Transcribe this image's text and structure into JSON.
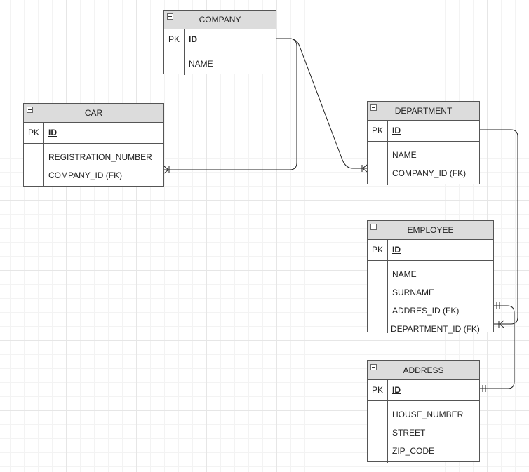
{
  "entities": {
    "company": {
      "title": "COMPANY",
      "pk_label": "PK",
      "pk_field": "ID",
      "attributes": [
        "NAME"
      ]
    },
    "car": {
      "title": "CAR",
      "pk_label": "PK",
      "pk_field": "ID",
      "attributes": [
        "REGISTRATION_NUMBER",
        "COMPANY_ID (FK)"
      ]
    },
    "department": {
      "title": "DEPARTMENT",
      "pk_label": "PK",
      "pk_field": "ID",
      "attributes": [
        "NAME",
        "COMPANY_ID (FK)"
      ]
    },
    "employee": {
      "title": "EMPLOYEE",
      "pk_label": "PK",
      "pk_field": "ID",
      "attributes": [
        "NAME",
        "SURNAME",
        "ADDRES_ID (FK)",
        "DEPARTMENT_ID (FK)"
      ]
    },
    "address": {
      "title": "ADDRESS",
      "pk_label": "PK",
      "pk_field": "ID",
      "attributes": [
        "HOUSE_NUMBER",
        "STREET",
        "ZIP_CODE"
      ]
    }
  },
  "relationships": [
    {
      "from": "company.ID",
      "to": "car.COMPANY_ID (FK)",
      "cardinality": "one-to-many"
    },
    {
      "from": "company.ID",
      "to": "department.COMPANY_ID (FK)",
      "cardinality": "one-to-many"
    },
    {
      "from": "department.ID",
      "to": "employee.DEPARTMENT_ID (FK)",
      "cardinality": "one-to-many"
    },
    {
      "from": "address.ID",
      "to": "employee.ADDRES_ID (FK)",
      "cardinality": "one-to-one"
    }
  ]
}
